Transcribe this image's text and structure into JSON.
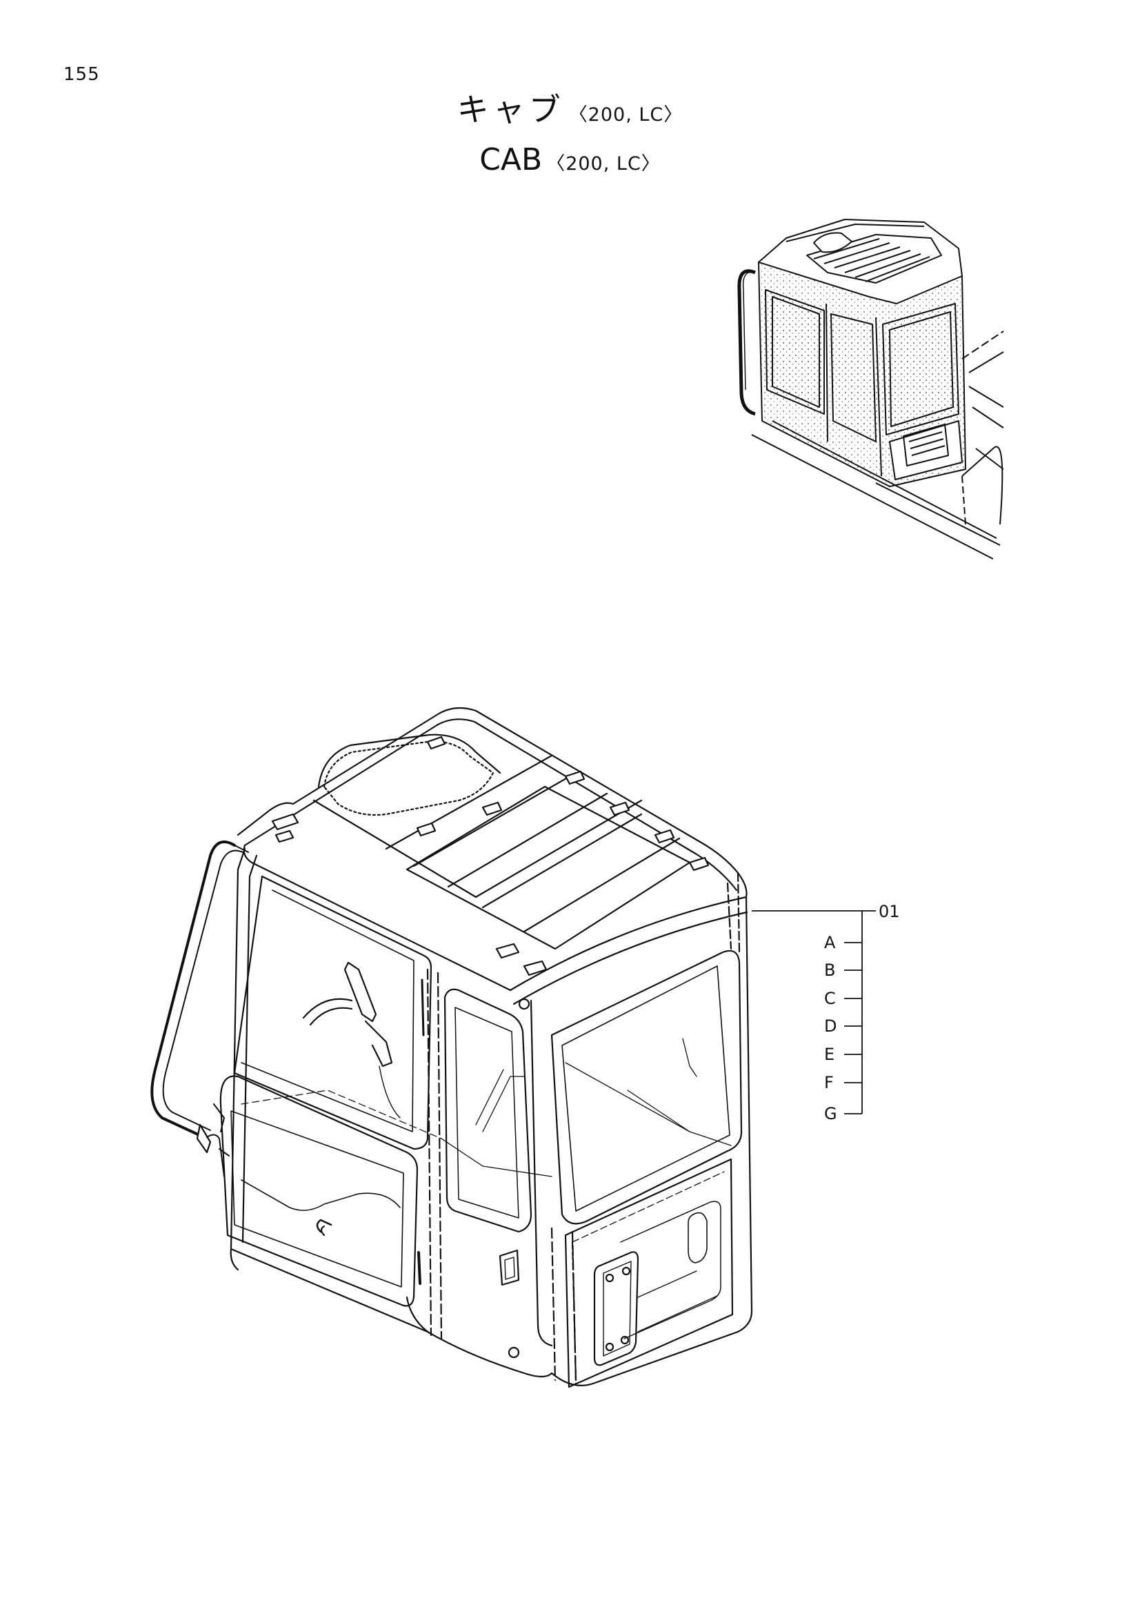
{
  "page": {
    "number": "155"
  },
  "title": {
    "japanese": "キャブ",
    "japanese_variant": "〈200, LC〉",
    "english": "CAB",
    "english_variant": "〈200, LC〉"
  },
  "callouts": {
    "main_part": "01",
    "sub_items": [
      "A",
      "B",
      "C",
      "D",
      "E",
      "F",
      "G"
    ]
  }
}
